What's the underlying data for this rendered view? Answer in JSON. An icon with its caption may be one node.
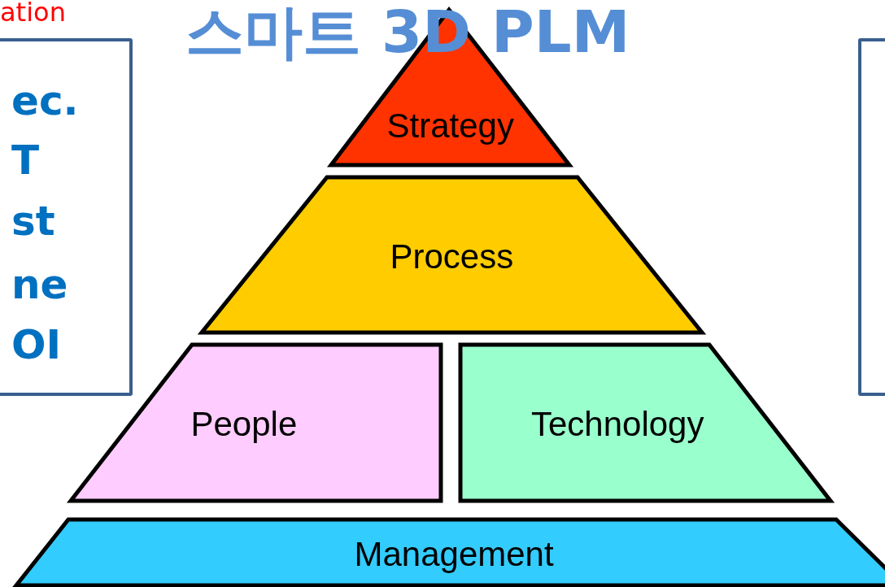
{
  "diagram": {
    "title": "스마트 3D PLM",
    "nodes": [
      {
        "text": [
          "ec.",
          "T",
          "st",
          "ne",
          "OI"
        ]
      },
      {
        "text": [],
        "shape": "box"
      },
      {
        "text": [
          "Strategy"
        ]
      },
      {
        "text": [
          "Process"
        ]
      },
      {
        "text": [
          "People"
        ]
      },
      {
        "text": [
          "Technology"
        ]
      },
      {
        "text": [
          "Management"
        ]
      }
    ],
    "labels": [
      "ation"
    ]
  }
}
